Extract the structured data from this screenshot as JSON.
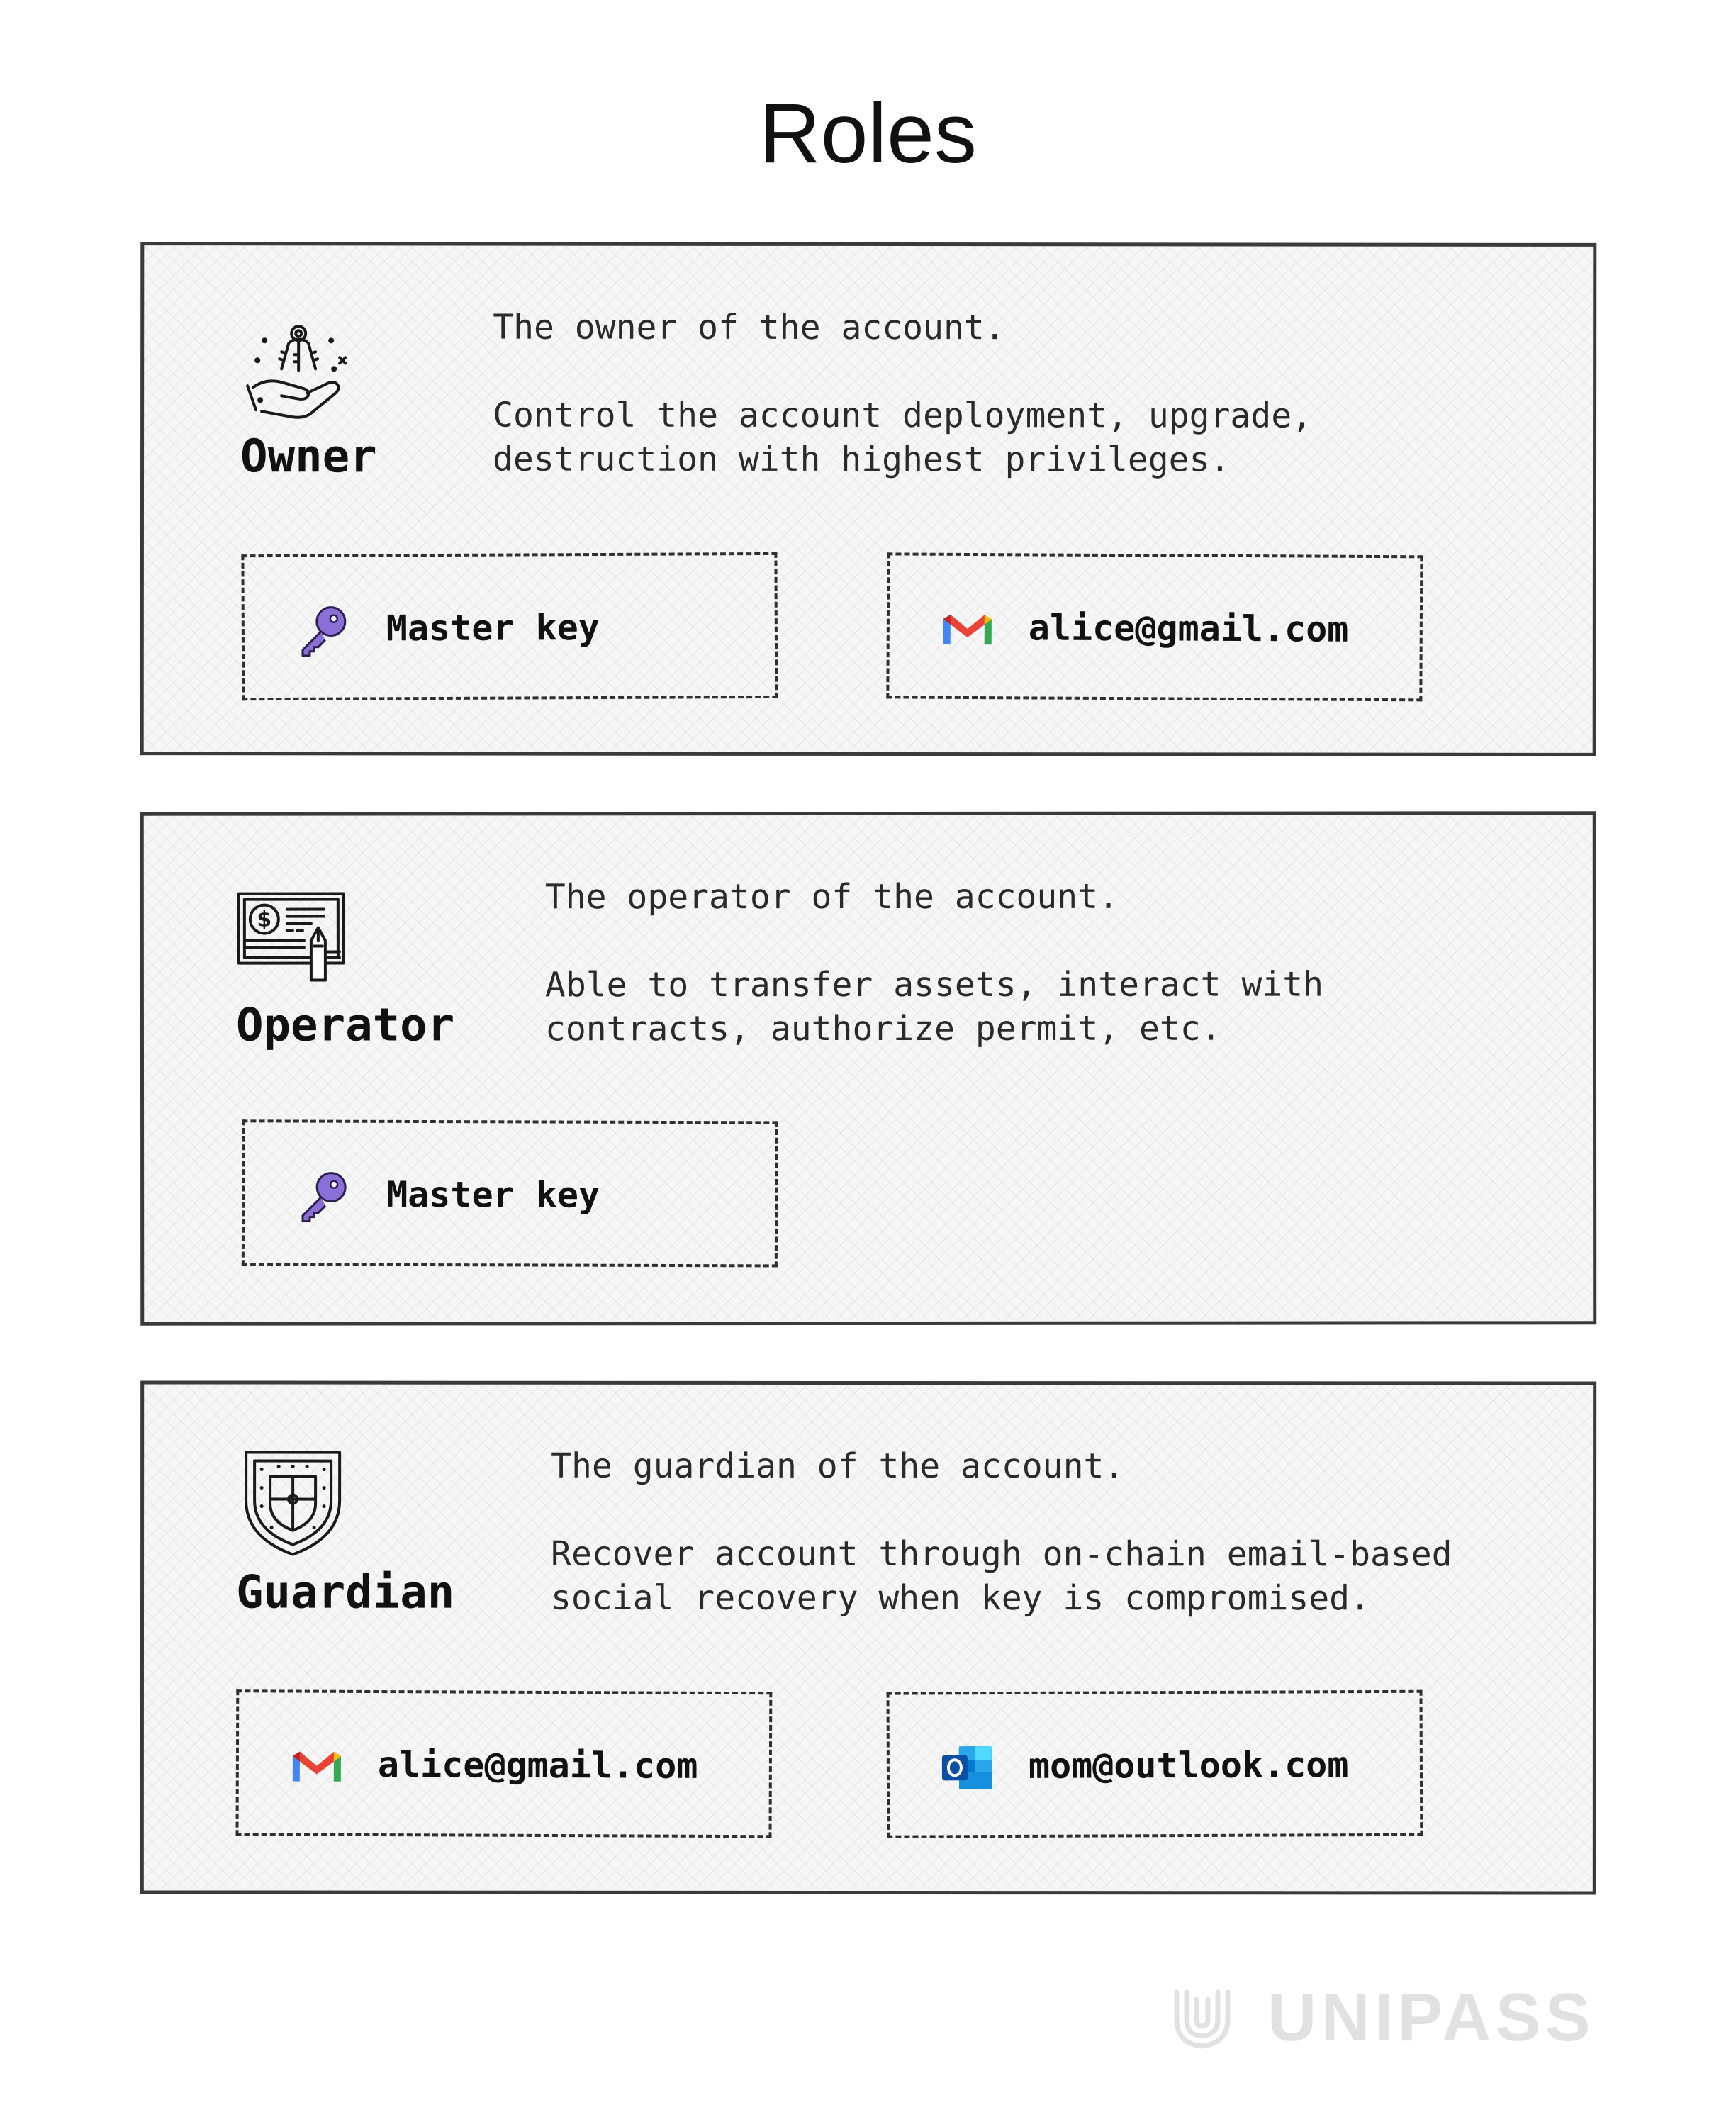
{
  "title": "Roles",
  "roles": [
    {
      "name": "Owner",
      "icon": "keys-in-hand-icon",
      "desc_lines": [
        "The owner of the account.",
        "",
        "Control the account deployment, upgrade,",
        "destruction with highest privileges."
      ],
      "credentials": [
        {
          "type": "key",
          "icon": "key-icon",
          "label": "Master key"
        },
        {
          "type": "email",
          "icon": "gmail-icon",
          "label": "alice@gmail.com"
        }
      ]
    },
    {
      "name": "Operator",
      "icon": "check-signing-icon",
      "desc_lines": [
        "The operator of the account.",
        "",
        "Able to transfer assets, interact with",
        "contracts, authorize permit, etc."
      ],
      "credentials": [
        {
          "type": "key",
          "icon": "key-icon",
          "label": "Master key"
        }
      ]
    },
    {
      "name": "Guardian",
      "icon": "shield-icon",
      "desc_lines": [
        "The guardian of the account.",
        "",
        "Recover account through on-chain email-based",
        "social recovery when key is compromised."
      ],
      "credentials": [
        {
          "type": "email",
          "icon": "gmail-icon",
          "label": "alice@gmail.com"
        },
        {
          "type": "email",
          "icon": "outlook-icon",
          "label": "mom@outlook.com"
        }
      ]
    }
  ],
  "brand": {
    "name": "UNIPASS",
    "icon": "unipass-logo-icon"
  },
  "colors": {
    "key_purple": "#7b5fc8",
    "gmail_red": "#ea4335",
    "gmail_blue": "#4285f4",
    "gmail_green": "#34a853",
    "gmail_yellow": "#fbbc04",
    "outlook_blue": "#0a64c8"
  }
}
